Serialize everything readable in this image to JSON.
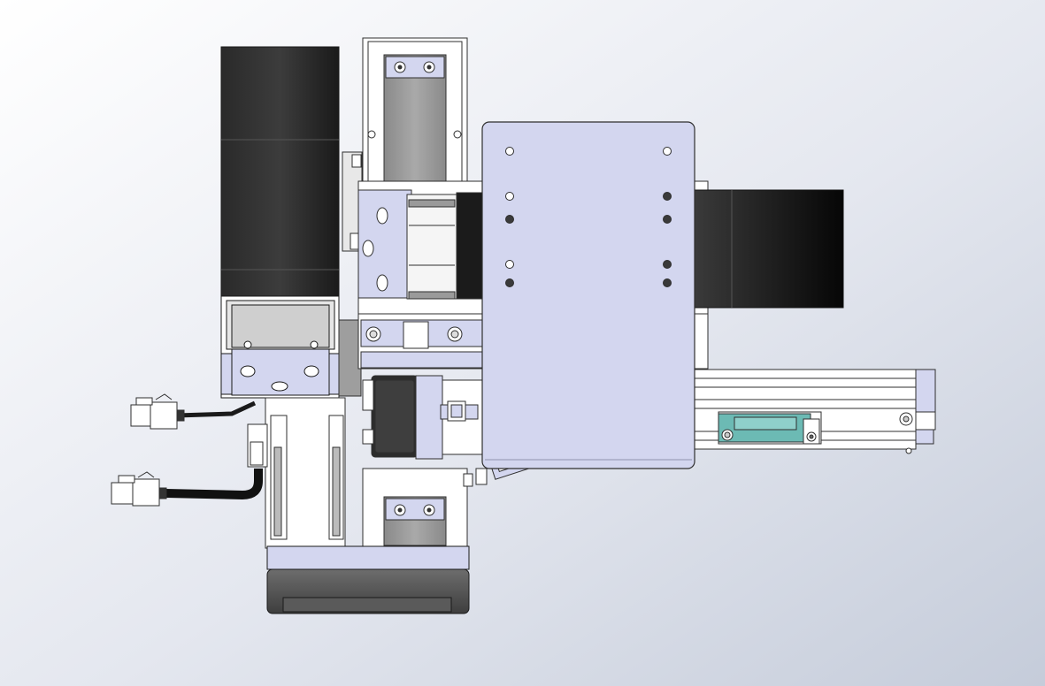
{
  "viewport": {
    "background_top": "#ffffff",
    "background_bottom": "#c7cedb"
  },
  "colors": {
    "motor_dark": "#1c1c1c",
    "plate": "#d3d6ef",
    "plate_edge": "#3a3a3a",
    "rail": "#ffffff",
    "gray_block": "#9a9a9a",
    "sensor_teal": "#68b8b2",
    "hole": "#3a3a3a"
  },
  "components": [
    "motor-left",
    "belt-block-top",
    "carriage-plate",
    "motor-right",
    "linear-rail-right",
    "sensor-bracket",
    "stepper-small",
    "bottom-motor-housing",
    "cable-connector-upper",
    "cable-connector-lower"
  ]
}
